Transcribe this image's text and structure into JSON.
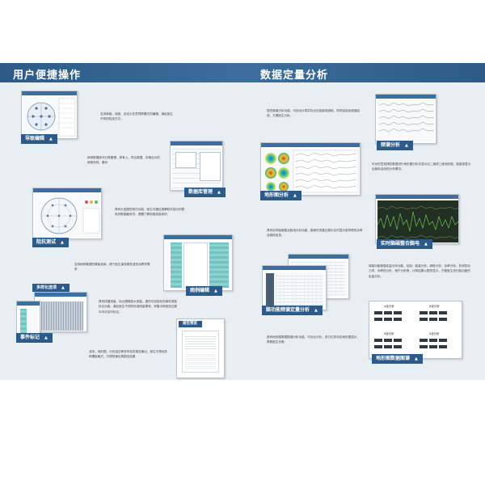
{
  "headers": {
    "left": "用户便捷操作",
    "right": "数据定量分析"
  },
  "tags": {
    "nav": "导联编辑",
    "db": "数据库管理",
    "imp": "阻抗测试",
    "case": "病例编辑",
    "sub_case": "多样化选项",
    "event": "事件标记",
    "report": "报告预览",
    "spectrum": "频谱分析",
    "topo": "地形图分析",
    "realtime": "实时脑磁整合脑电",
    "trend": "脑功能频谱定量分析",
    "topo_compare": "地形图数据图谱"
  },
  "desc": {
    "nav": "支持单极、双极、自定义任意导联模式的编辑，满足医生不同的检查方式。",
    "db": "病例数据库可分类管理，具有入、导出数据、存储互为的病例存档、备份",
    "imp": "具有头皮图的测试功能，医生可通过观察软件指示的颜色判断接触状况，提醒了解电极连接良好。",
    "case": "支持病例数据的模版选用、便于医生保存典型波形及教学需求",
    "event": "具有快捷测量、标记跟随放大测量。提供可定制化的事件类型标记功能，满足医生不同的标准测量需求。采集中和回放过程中均可实时标记。",
    "report": "波形、地形图、分析结论等多样化的报告输出，医生可预设多种模板格式，方便快速出具报告结果",
    "spectrum": "提供频谱分析功能，可自动计算并标记出各脑电频段，同时绘制出频谱曲线，方便医生分析。",
    "topo": "可对任意选择的数据进行地形图分析并显示出二维或三维地形图，能直观显示出脑电活动的分布情况。",
    "realtime": "具有实时脑磁整合脑电分析功能，能够在采集过程中实时显示各导联的功率及频段信息。",
    "trend": "将脑功能频谱定量分析功能，包括：能量分析、频段分析、功率分析、非线性动力学、对称性分析、相干分析等，计算结果以图形显示，方便医生进行脑功能的定量分析。",
    "topo_compare": "具有地形图数据图谱分析功能，可对比分析、多方位的动态地形图显示，帮助医生诊断。"
  },
  "mini_labels": {
    "alpha": "α波分析",
    "beta": "β波分析",
    "theta": "θ波分析",
    "delta": "δ波分析"
  },
  "colors": {
    "header_bg": "#2d5a86",
    "tag_bg": "#2c5b8a",
    "panel_bg": "#e9eef3"
  }
}
